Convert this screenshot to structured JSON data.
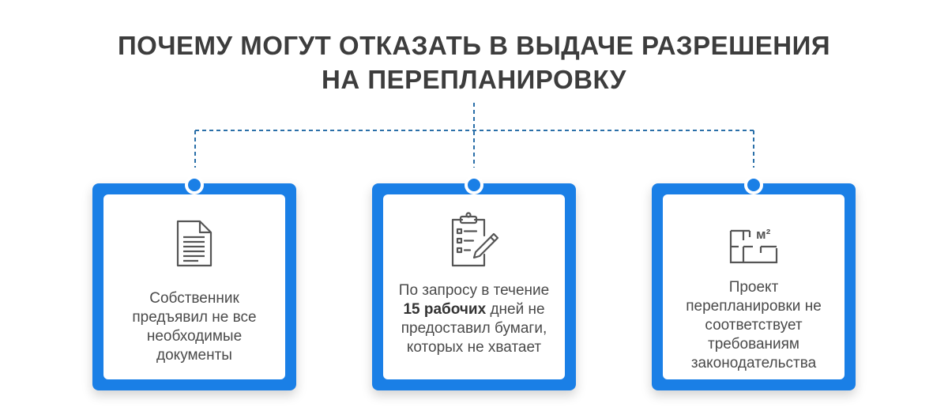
{
  "title": {
    "line1": "ПОЧЕМУ МОГУТ ОТКАЗАТЬ В ВЫДАЧЕ РАЗРЕШЕНИЯ",
    "line2": "НА ПЕРЕПЛАНИРОВКУ"
  },
  "colors": {
    "accent": "#1a7fe6",
    "connector": "#2a6fa8",
    "title": "#3d3d3d",
    "text": "#4a4a4a"
  },
  "cards": [
    {
      "icon": "document-icon",
      "text": "Собственник предъявил не все необходимые документы"
    },
    {
      "icon": "clipboard-pen-icon",
      "text_before": "По запросу в течение ",
      "text_bold": "15 рабочих",
      "text_after": " дней не предоставил бумаги, которых не хватает"
    },
    {
      "icon": "floor-plan-m2-icon",
      "icon_label": "м²",
      "text": "Проект перепланировки не соответствует требованиям законодательства"
    }
  ]
}
